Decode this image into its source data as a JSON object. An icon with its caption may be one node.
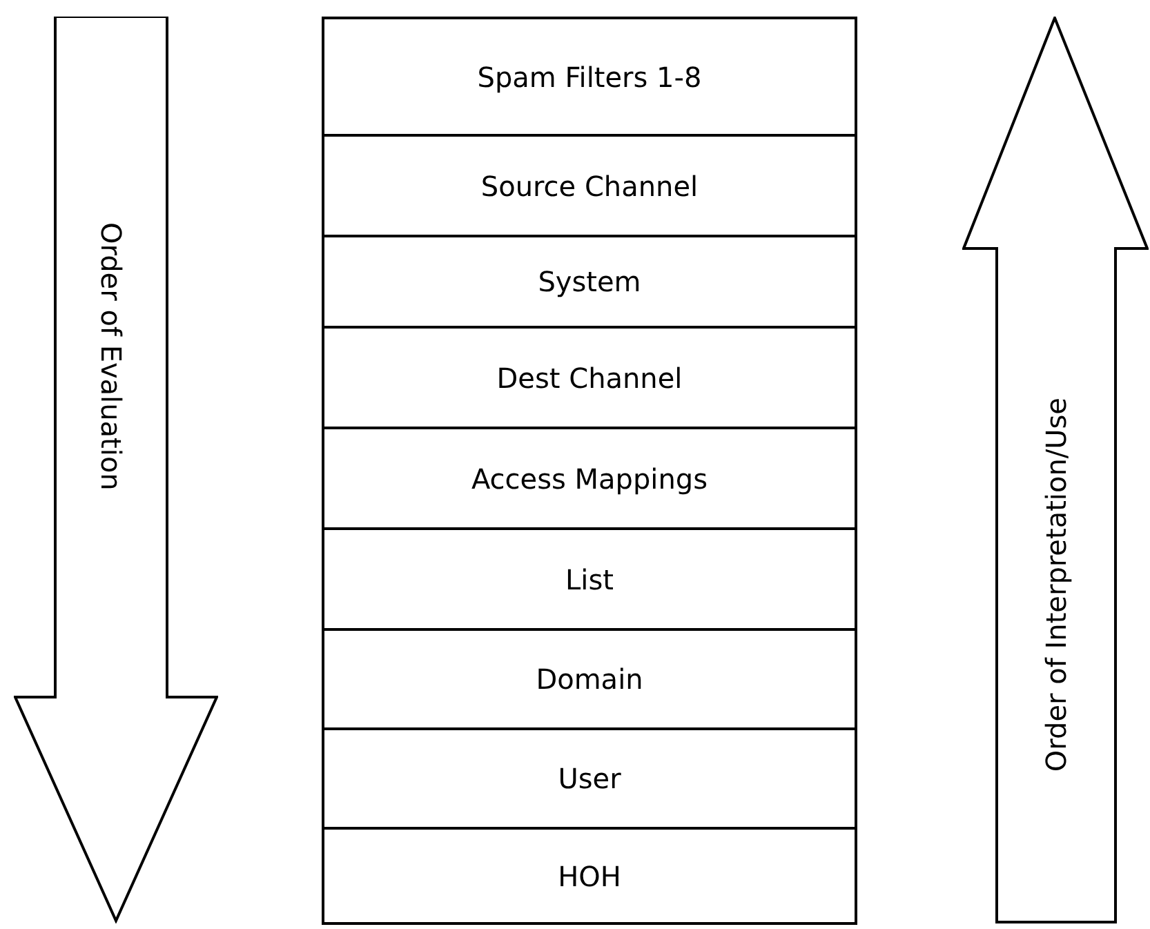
{
  "diagram": {
    "nodes": [
      {
        "text": [
          "Order of Evaluation"
        ]
      },
      {
        "text": [
          "Spam Filters 1-8"
        ]
      },
      {
        "text": [
          "Source Channel"
        ]
      },
      {
        "text": [
          "System"
        ]
      },
      {
        "text": [
          "Dest Channel"
        ]
      },
      {
        "text": [
          "Access Mappings"
        ]
      },
      {
        "text": [
          "List"
        ]
      },
      {
        "text": [
          "Domain"
        ]
      },
      {
        "text": [
          "User"
        ]
      },
      {
        "text": [
          "HOH"
        ]
      },
      {
        "text": [
          "Order of Interpretation/Use"
        ]
      }
    ]
  }
}
